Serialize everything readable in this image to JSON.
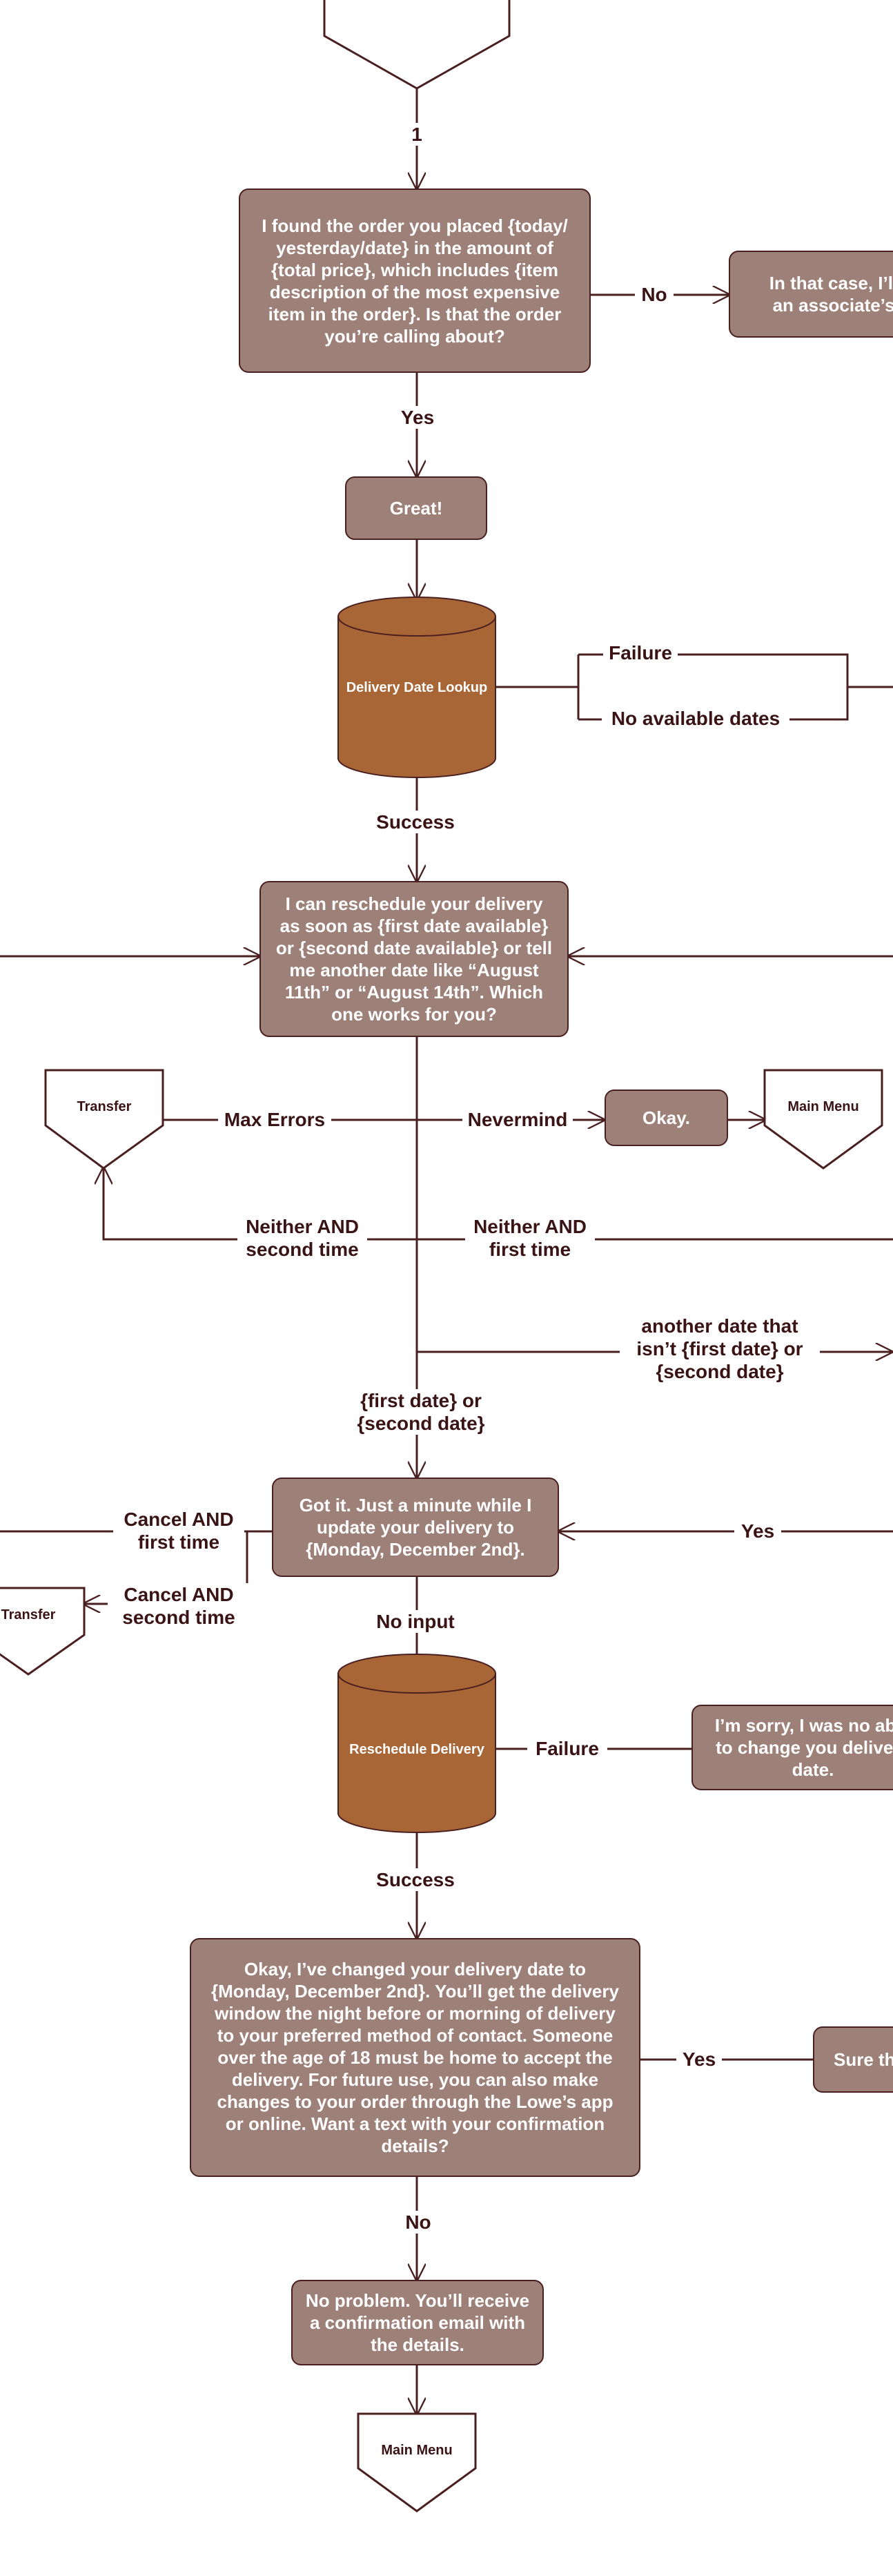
{
  "colors": {
    "line": "#4a1f1f",
    "node_fill": "#9d8078",
    "db_fill": "#a86637",
    "text_dark": "#3a1414",
    "text_light": "#ffffff"
  },
  "edge_labels": {
    "one": "1",
    "no": "No",
    "yes": "Yes",
    "failure": "Failure",
    "no_available_dates": "No available dates",
    "success": "Success",
    "max_errors": "Max Errors",
    "nevermind": "Nevermind",
    "neither_second_time": "Neither AND\nsecond time",
    "neither_first_time": "Neither AND\nfirst time",
    "another_date": "another date that\nisn’t {first date} or\n{second date}",
    "first_or_second_date": "{first date} or\n{second date}",
    "cancel_first_time": "Cancel AND\nfirst time",
    "cancel_second_time": "Cancel AND\nsecond time",
    "no_input": "No input",
    "failure_2": "Failure",
    "success_2": "Success",
    "yes_text": "Yes",
    "yes_2": "Yes",
    "no_2": "No"
  },
  "nodes": {
    "order_confirm": "I found the order you placed {today/ yesterday/date} in the amount of {total price}, which includes {item description of the most expensive item in the order}. Is that the order you’re calling about?",
    "transfer_partial": "In that case, I’ll an associate’s",
    "great": "Great!",
    "delivery_date_lookup": "Delivery Date Lookup",
    "reschedule_prompt": "I can reschedule your delivery as soon as {first date available} or {second date available} or tell me another date like “August 11th” or “August 14th”. Which one works for you?",
    "transfer_1": "Transfer",
    "okay": "Okay.",
    "main_menu_1": "Main Menu",
    "got_it": "Got it. Just a minute while I update your delivery to {Monday, December 2nd}.",
    "transfer_2": "Transfer",
    "reschedule_delivery": "Reschedule Delivery",
    "sorry_partial": "I’m sorry, I was no able to change you delivery date.",
    "changed_confirmation": "Okay, I’ve changed your delivery date to {Monday, December 2nd}. You’ll get the delivery window the night before or morning of delivery to your preferred method of contact. Someone over the age of 18 must be home to accept the delivery. For future use, you can also make changes to your order through the Lowe’s app or online. Want a text with your confirmation details?",
    "sure_partial": "Sure th",
    "no_problem": "No problem. You’ll receive a confirmation email with the details.",
    "main_menu_2": "Main Menu"
  }
}
